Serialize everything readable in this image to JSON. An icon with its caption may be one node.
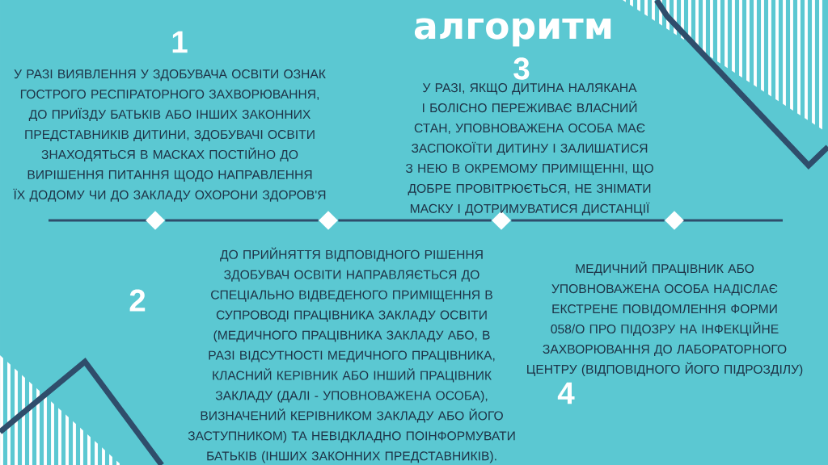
{
  "diagram": {
    "title": "алгоритм",
    "nodes": [
      {
        "text": [],
        "shape": "diamond",
        "beside": [
          "1",
          "У РАЗІ ВИЯВЛЕННЯ У ЗДОБУВАЧА ОСВІТИ ОЗНАК ГОСТРОГО РЕСПІРАТОРНОГО ЗАХВОРЮВАННЯ, ДО ПРИЇЗДУ БАТЬКІВ АБО ІНШИХ ЗАКОННИХ ПРЕДСТАВНИКІВ ДИТИНИ, ЗДОБУВАЧІ ОСВІТИ ЗНАХОДЯТЬСЯ В МАСКАХ ПОСТІЙНО ДО ВИРІШЕННЯ ПИТАННЯ ЩОДО НАПРАВЛЕННЯ ЇХ ДОДОМУ ЧИ ДО ЗАКЛАДУ ОХОРОНИ ЗДОРОВ'Я"
        ]
      },
      {
        "text": [],
        "shape": "diamond",
        "beside": [
          "2",
          "ДО ПРИЙНЯТТЯ ВІДПОВІДНОГО РІШЕННЯ ЗДОБУВАЧ ОСВІТИ НАПРАВЛЯЄТЬСЯ ДО СПЕЦІАЛЬНО ВІДВЕДЕНОГО ПРИМІЩЕННЯ В СУПРОВОДІ ПРАЦІВНИКА ЗАКЛАДУ ОСВІТИ (МЕДИЧНОГО ПРАЦІВНИКА ЗАКЛАДУ АБО, В РАЗІ ВІДСУТНОСТІ МЕДИЧНОГО ПРАЦІВНИКА, КЛАСНИЙ КЕРІВНИК АБО ІНШИЙ ПРАЦІВНИК ЗАКЛАДУ (ДАЛІ - УПОВНОВАЖЕНА ОСОБА), ВИЗНАЧЕНИЙ КЕРІВНИКОМ ЗАКЛАДУ АБО ЙОГО ЗАСТУПНИКОМ) ТА НЕВІДКЛАДНО ПОІНФОРМУВАТИ БАТЬКІВ (ІНШИХ ЗАКОННИХ ПРЕДСТАВНИКІВ)."
        ]
      },
      {
        "text": [],
        "shape": "diamond",
        "beside": [
          "3",
          "У РАЗІ, ЯКЩО ДИТИНА НАЛЯКАНА І БОЛІСНО ПЕРЕЖИВАЄ ВЛАСНИЙ СТАН, УПОВНОВАЖЕНА ОСОБА МАЄ ЗАСПОКОЇТИ ДИТИНУ І ЗАЛИШАТИСЯ З НЕЮ В ОКРЕМОМУ ПРИМІЩЕННІ, ЩО ДОБРЕ ПРОВІТРЮЄТЬСЯ, НЕ ЗНІМАТИ МАСКУ І ДОТРИМУВАТИСЯ ДИСТАНЦІЇ"
        ]
      },
      {
        "text": [],
        "shape": "diamond",
        "beside": [
          "4",
          "МЕДИЧНИЙ ПРАЦІВНИК АБО УПОВНОВАЖЕНА ОСОБА НАДІСЛАЄ ЕКСТРЕНЕ ПОВІДОМЛЕННЯ ФОРМИ 058/О ПРО ПІДОЗРУ НА ІНФЕКЦІЙНЕ ЗАХВОРЮВАННЯ ДО ЛАБОРАТОРНОГО ЦЕНТРУ (ВІДПОВІДНОГО ЙОГО ПІДРОЗДІЛУ)"
        ]
      }
    ],
    "edges": [
      {
        "from": 0,
        "to": 1,
        "arrow": "none"
      },
      {
        "from": 1,
        "to": 2,
        "arrow": "none"
      },
      {
        "from": 2,
        "to": 3,
        "arrow": "none"
      }
    ]
  }
}
